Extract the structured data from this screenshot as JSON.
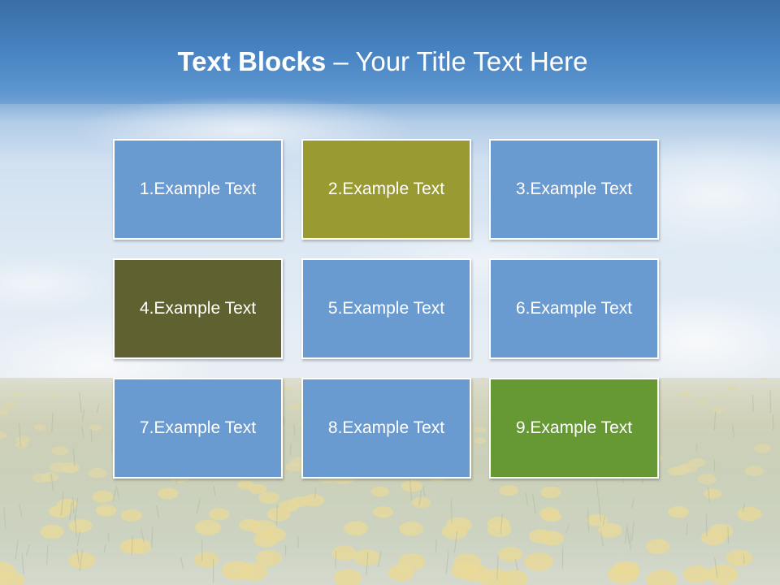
{
  "slide": {
    "title_bold": "Text Blocks",
    "title_dash": " – ",
    "title_rest": "Your Title Text Here"
  },
  "blocks": [
    {
      "label": "1.Example Text",
      "color": "#6a9bd0"
    },
    {
      "label": "2.Example Text",
      "color": "#999a31"
    },
    {
      "label": "3.Example Text",
      "color": "#6a9bd0"
    },
    {
      "label": "4.Example Text",
      "color": "#5f6230"
    },
    {
      "label": "5.Example Text",
      "color": "#6a9bd0"
    },
    {
      "label": "6.Example Text",
      "color": "#6a9bd0"
    },
    {
      "label": "7.Example Text",
      "color": "#6a9bd0"
    },
    {
      "label": "8.Example Text",
      "color": "#6a9bd0"
    },
    {
      "label": "9.Example Text",
      "color": "#669933"
    }
  ],
  "colors": {
    "title_text": "#ffffff",
    "block_border": "#ffffff"
  }
}
